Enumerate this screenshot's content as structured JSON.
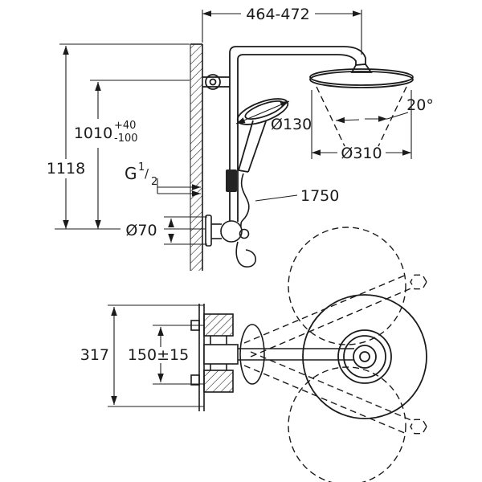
{
  "colors": {
    "ink": "#1b1b1b",
    "background": "#ffffff"
  },
  "labels": {
    "top_width": "464-472",
    "overall_height": "1118",
    "riser_height": "1010",
    "riser_tol_plus": "+40",
    "riser_tol_minus": "-100",
    "thread_letter": "G",
    "thread_num": "1",
    "thread_slash": "/",
    "thread_den": "2",
    "hand_shower_dia": "Ø130",
    "hose_length": "1750",
    "spray_angle": "20°",
    "head_dia": "Ø310",
    "escutcheon_dia": "Ø70",
    "trim_height": "317",
    "connection_spacing": "150±15"
  }
}
